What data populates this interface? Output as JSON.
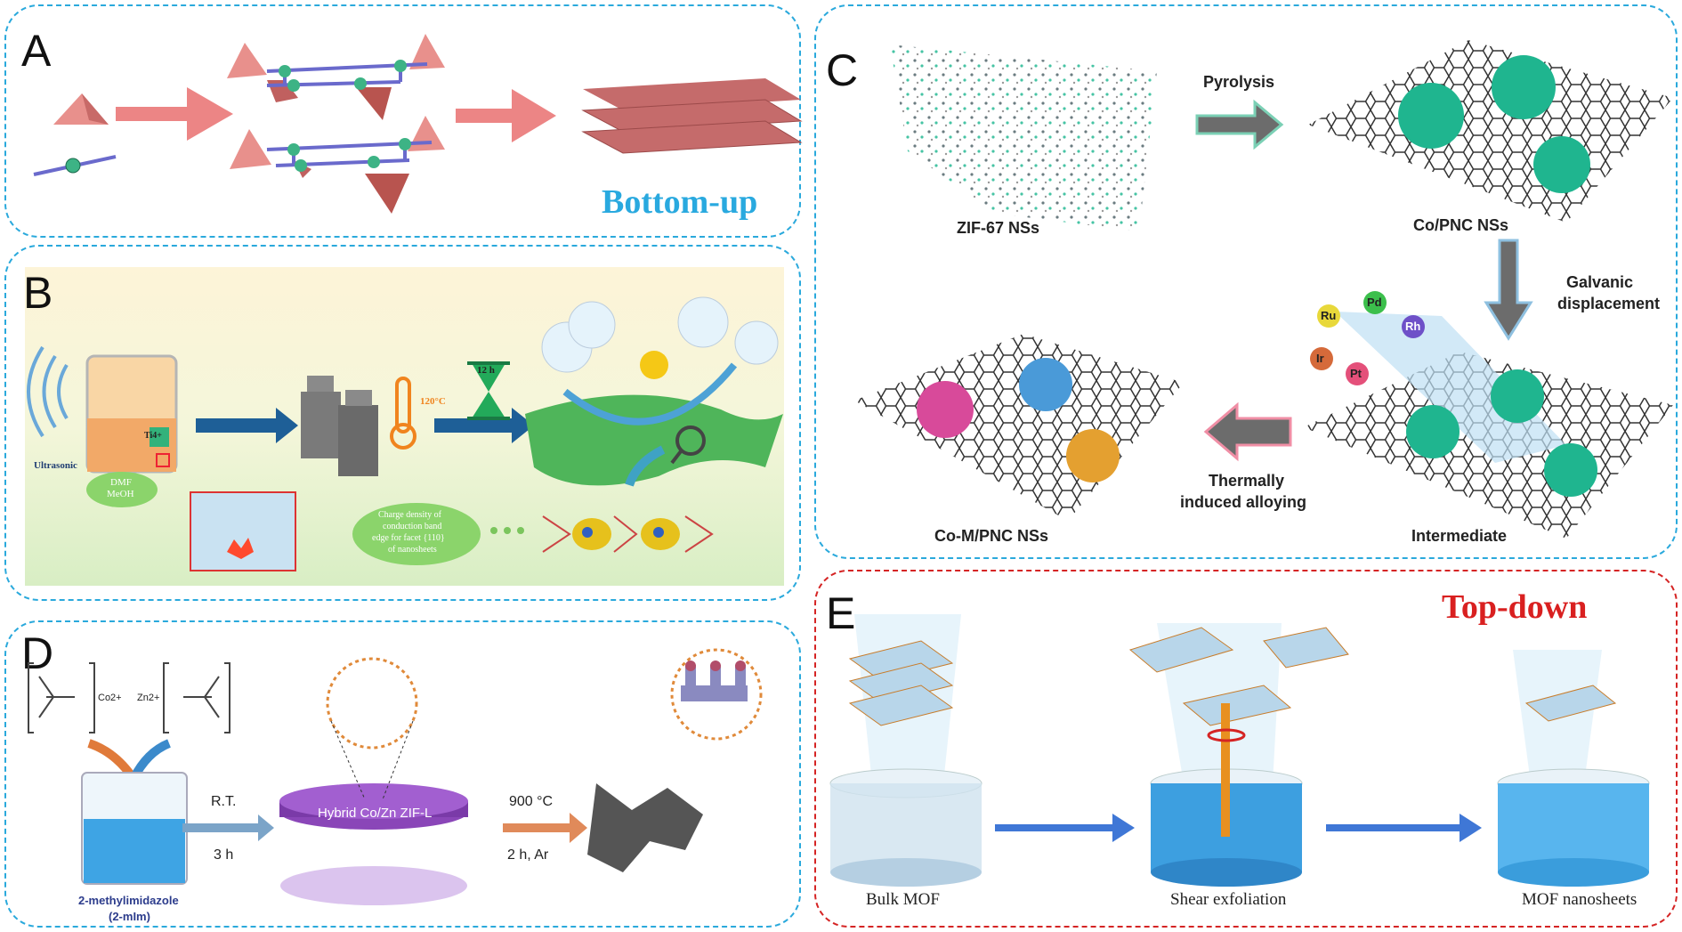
{
  "panels": {
    "a": {
      "label": "A",
      "tag": "Bottom-up"
    },
    "b": {
      "label": "B",
      "ultrasonic": "Ultrasonic",
      "solvent_line1": "DMF",
      "solvent_line2": "MeOH",
      "ti_label": "Ti4+",
      "temperature": "120°C",
      "time": "12 h",
      "charge_line1": "Charge density of",
      "charge_line2": "conduction band",
      "charge_line3": "edge for facet {110}",
      "charge_line4": "of nanosheets"
    },
    "c": {
      "label": "C",
      "zif": "ZIF-67 NSs",
      "pyrolysis": "Pyrolysis",
      "copnc": "Co/PNC NSs",
      "galvanic_line1": "Galvanic",
      "galvanic_line2": "displacement",
      "intermediate": "Intermediate",
      "thermal_line1": "Thermally",
      "thermal_line2": "induced alloying",
      "comp": "Co-M/PNC NSs",
      "metals": [
        "Ru",
        "Pd",
        "Rh",
        "Ir",
        "Pt"
      ]
    },
    "d": {
      "label": "D",
      "co_ion": "Co2+",
      "zn_ion": "Zn2+",
      "rt": "R.T.",
      "rt_time": "3 h",
      "hybrid": "Hybrid Co/Zn ZIF-L",
      "temp": "900 °C",
      "temp_cond": "2 h, Ar",
      "ligand_line1": "2-methylimidazole",
      "ligand_line2": "(2-mIm)"
    },
    "e": {
      "label": "E",
      "tag": "Top-down",
      "bulk": "Bulk MOF",
      "shear": "Shear exfoliation",
      "nanosheets": "MOF nanosheets"
    }
  },
  "colors": {
    "blue_dash": "#2aa9dc",
    "red_dash": "#d52424",
    "bottom_up": "#29a9df",
    "top_down": "#d92020",
    "pink": "#e58a86"
  }
}
